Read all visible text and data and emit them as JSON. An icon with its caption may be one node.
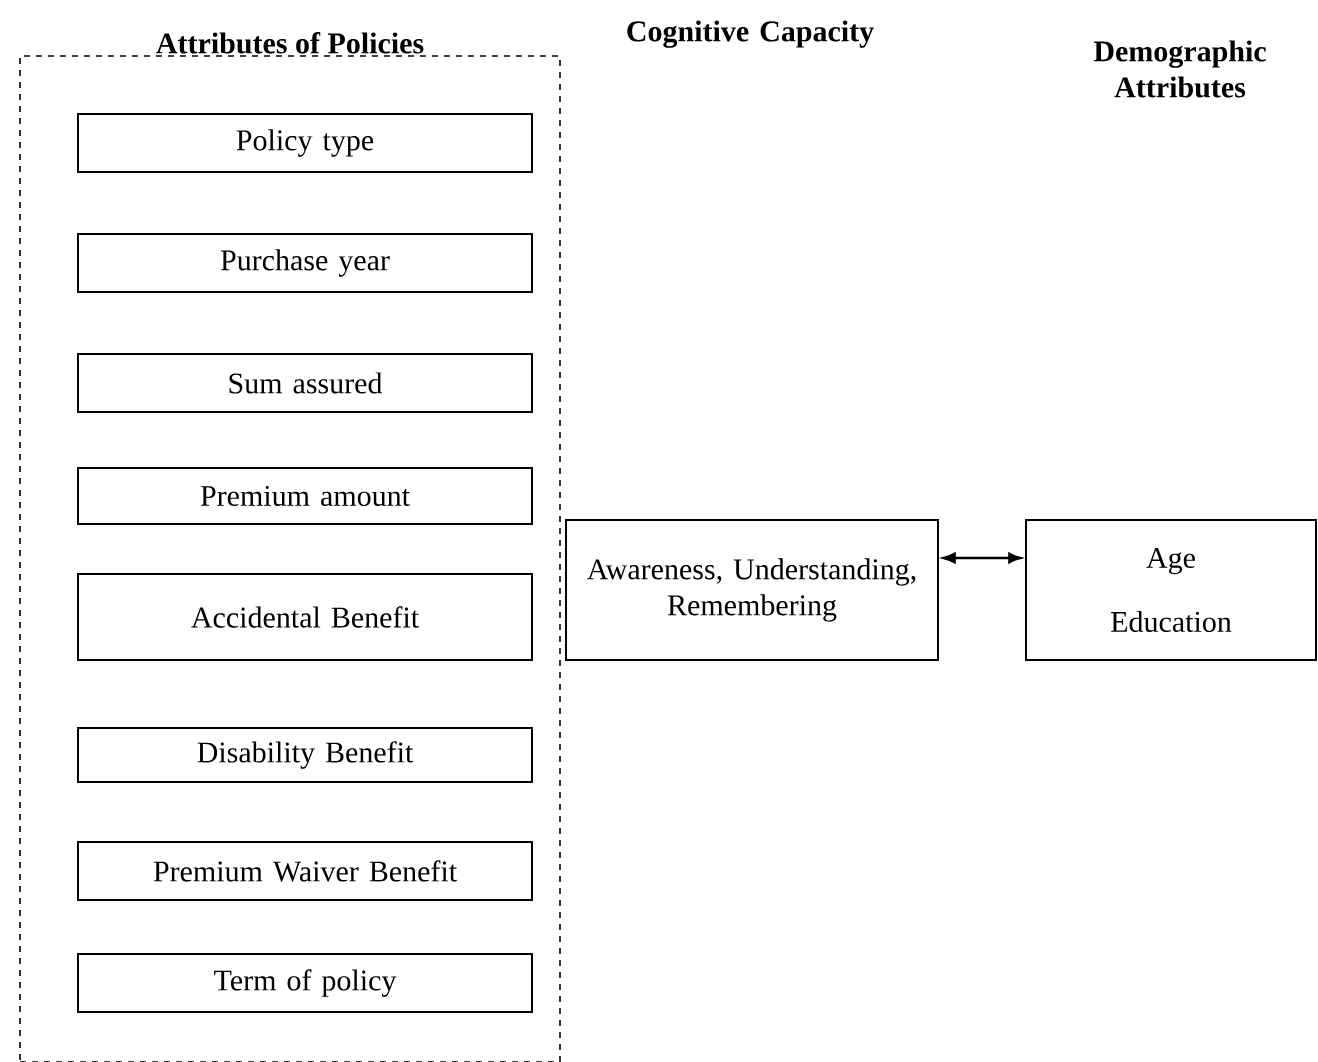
{
  "diagram": {
    "nodes": [
      {
        "text": [
          "Attributes of Policies"
        ]
      },
      {
        "text": [
          "Policy type"
        ],
        "in": 0
      },
      {
        "text": [
          "Purchase year"
        ],
        "in": 0
      },
      {
        "text": [
          "Sum assured"
        ],
        "in": 0
      },
      {
        "text": [
          "Premium amount"
        ],
        "in": 0
      },
      {
        "text": [
          "Accidental Benefit"
        ],
        "in": 0
      },
      {
        "text": [
          "Disability Benefit"
        ],
        "in": 0
      },
      {
        "text": [
          "Premium Waiver Benefit"
        ],
        "in": 0
      },
      {
        "text": [
          "Term of policy"
        ],
        "in": 0
      },
      {
        "text": [
          "Awareness, Understanding, Remembering"
        ]
      },
      {
        "text": [
          "Age",
          "Education"
        ]
      }
    ],
    "edges": [
      {
        "from": 9,
        "to": 10,
        "arrow": "both"
      }
    ],
    "labels": [
      "Cognitive Capacity",
      "Demographic Attributes"
    ]
  }
}
